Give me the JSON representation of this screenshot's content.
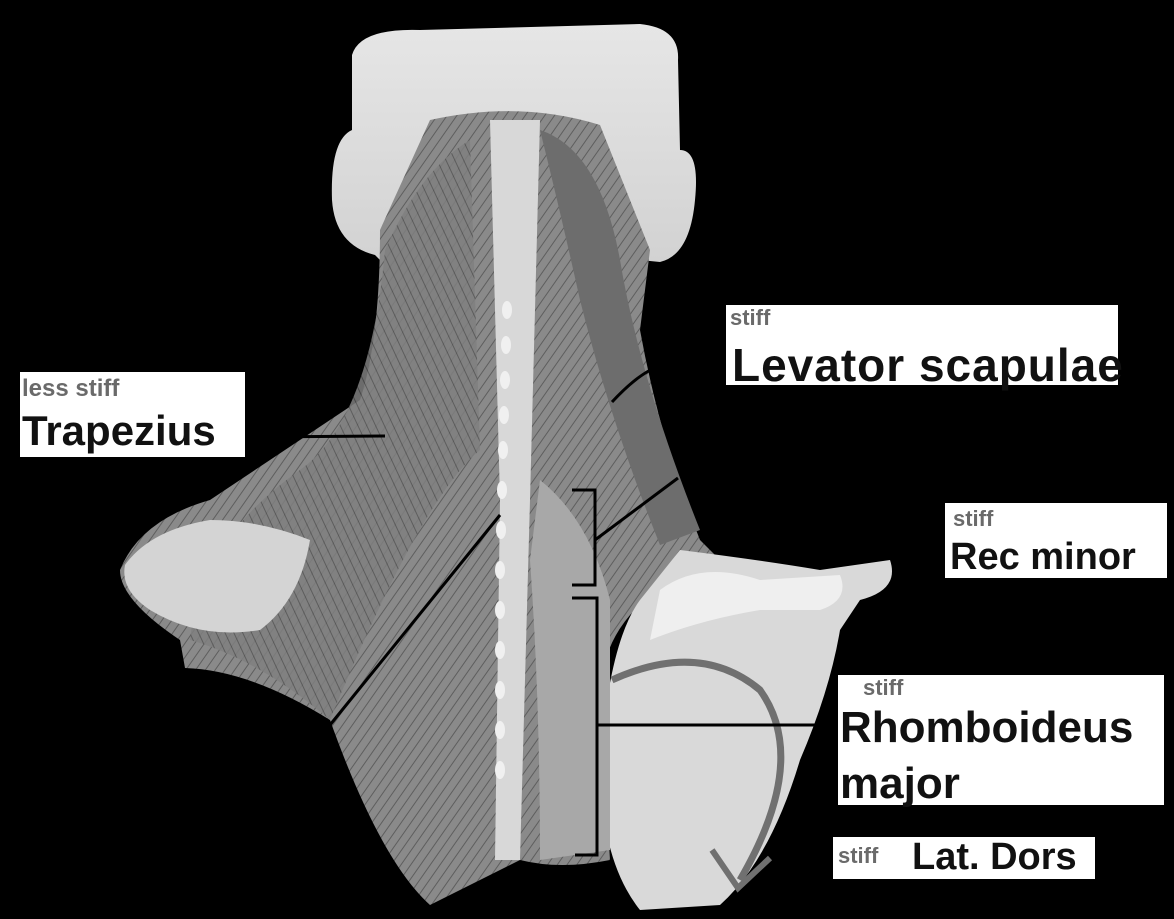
{
  "labels": {
    "trapezius": {
      "note": "less stiff",
      "name": "Trapezius"
    },
    "levator": {
      "note": "stiff",
      "name": "Levator scapulae"
    },
    "rec_minor": {
      "note": "stiff",
      "name": "Rec minor"
    },
    "rhomboideus": {
      "note": "stiff",
      "name_line1": "Rhomboideus",
      "name_line2": "major"
    },
    "lat_dors": {
      "note": "stiff",
      "name": "Lat. Dors"
    }
  }
}
